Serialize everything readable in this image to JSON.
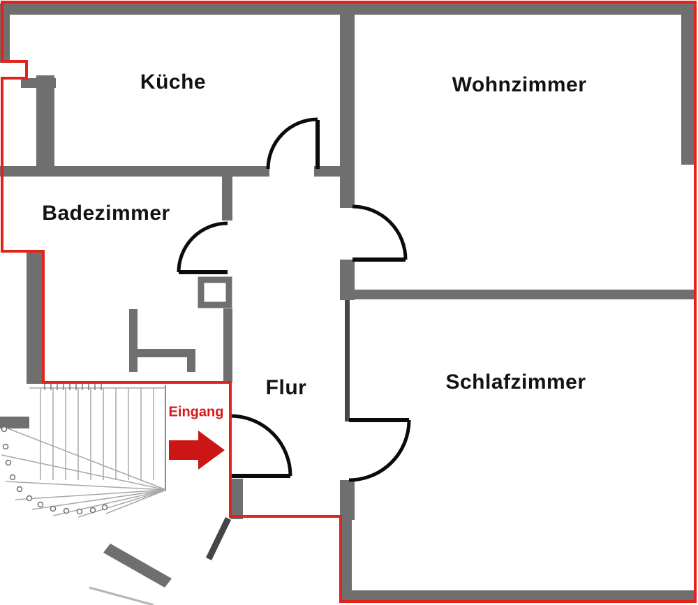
{
  "floorplan": {
    "rooms": {
      "kueche": {
        "label": "Küche"
      },
      "wohnzimmer": {
        "label": "Wohnzimmer"
      },
      "badezimmer": {
        "label": "Badezimmer"
      },
      "flur": {
        "label": "Flur"
      },
      "schlafzimmer": {
        "label": "Schlafzimmer"
      }
    },
    "entrance": {
      "label": "Eingang"
    },
    "colors": {
      "boundary_red": "#e2231a",
      "wall_gray": "#6f6f6f",
      "door_black": "#0b0b0b",
      "arrow_red": "#cc1616"
    }
  }
}
